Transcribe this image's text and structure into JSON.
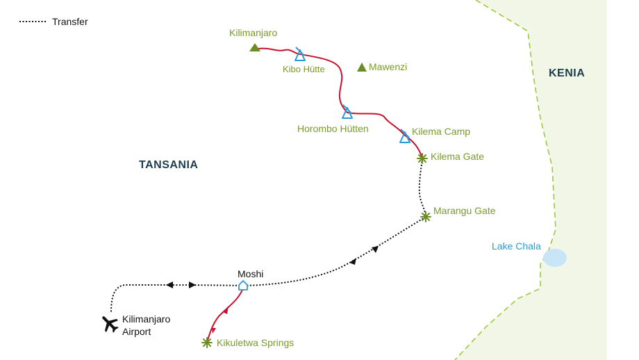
{
  "legend": {
    "transfer_label": "Transfer"
  },
  "countries": {
    "kenya": "KENIA",
    "tanzania": "TANSANIA"
  },
  "places": {
    "kilimanjaro": "Kilimanjaro",
    "kibo_huette": "Kibo Hütte",
    "mawenzi": "Mawenzi",
    "horombo_huetten": "Horombo Hütten",
    "kilema_camp": "Kilema Camp",
    "kilema_gate": "Kilema Gate",
    "marangu_gate": "Marangu Gate",
    "lake_chala": "Lake Chala",
    "moshi": "Moshi",
    "airport_line1": "Kilimanjaro",
    "airport_line2": "Airport",
    "kikuletwa": "Kikuletwa Springs"
  },
  "colors": {
    "route": "#c8102e",
    "transfer": "#111111",
    "peak": "#6b8e23",
    "hut": "#2a9bd6",
    "gate": "#7a9a2a",
    "lake": "#c8e4f7",
    "kenya_area": "#f2f6e6",
    "border": "#9cc93c",
    "label_green": "#7a9a2a",
    "label_blue": "#2a9bd6",
    "country": "#1c3d4f"
  },
  "icons": {
    "peak": "triangle-peak-icon",
    "hut": "hut-icon",
    "gate": "star-gate-icon",
    "town": "house-icon",
    "airport": "airplane-icon"
  }
}
